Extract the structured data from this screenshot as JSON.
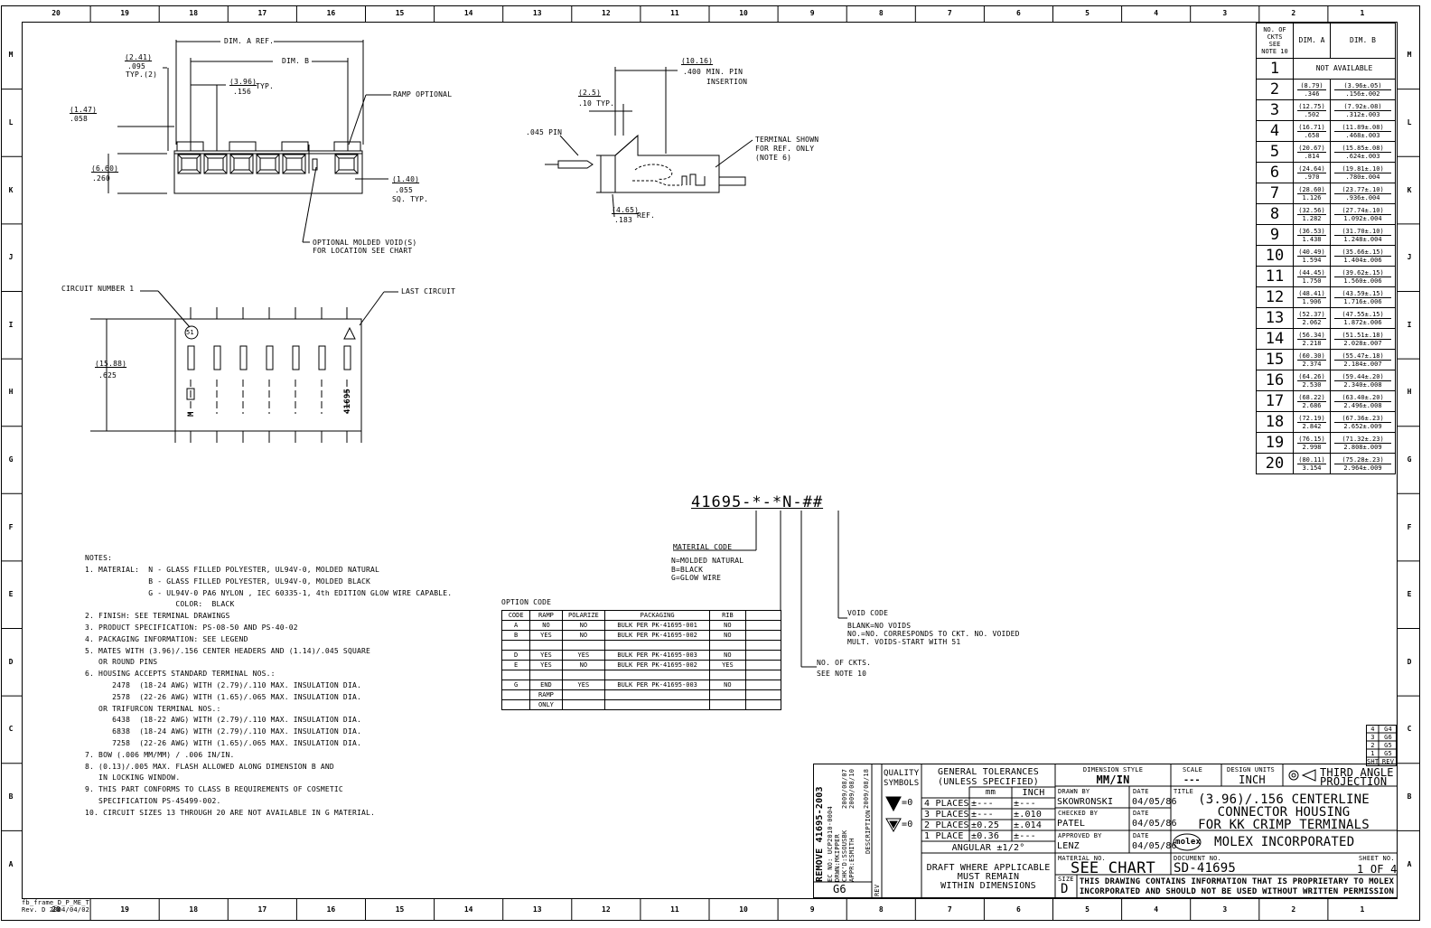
{
  "border": {
    "col_numbers": [
      "20",
      "19",
      "18",
      "17",
      "16",
      "15",
      "14",
      "13",
      "12",
      "11",
      "10",
      "9",
      "8",
      "7",
      "6",
      "5",
      "4",
      "3",
      "2",
      "1"
    ],
    "row_letters": [
      "M",
      "L",
      "K",
      "J",
      "I",
      "H",
      "G",
      "F",
      "E",
      "D",
      "C",
      "B",
      "A"
    ],
    "frame_note_1": "fb_frame_D_P_ME_T",
    "frame_note_2": "Rev. D 2004/04/02"
  },
  "top_view": {
    "dim_a": "DIM. A REF.",
    "dim_b": "DIM. B",
    "pitch_mm": "(2.41)",
    "pitch_in": ".095",
    "pitch_note": "TYP.(2)",
    "pin_mm": "(3.96)",
    "pin_in": ".156",
    "pin_typ": "TYP.",
    "left_mm": "(1.47)",
    "left_in": ".058",
    "height_mm": "(6.60)",
    "height_in": ".260",
    "ramp": "RAMP OPTIONAL",
    "sq_mm": "(1.40)",
    "sq_in": ".055",
    "sq_typ": "SQ. TYP.",
    "voids_1": "OPTIONAL MOLDED VOID(S)",
    "voids_2": "FOR LOCATION SEE CHART"
  },
  "side_view": {
    "ins_mm": "(10.16)",
    "ins_in": ".400",
    "ins_1": "MIN. PIN",
    "ins_2": "INSERTION",
    "tab_mm": "(2.5)",
    "tab_in": ".10 TYP.",
    "pin": ".045 PIN",
    "term_1": "TERMINAL SHOWN",
    "term_2": "FOR REF. ONLY",
    "term_3": "(NOTE 6)",
    "h_mm": "(4.65)",
    "h_in": ".183",
    "h_ref": "REF."
  },
  "front_view": {
    "circuit_1": "CIRCUIT NUMBER 1",
    "last": "LAST CIRCUIT",
    "h_mm": "(15.88)",
    "h_in": ".625",
    "mark_51": "51",
    "logo_m": "M",
    "part_text": "41695"
  },
  "part_code": {
    "code": "41695-*-*N-##",
    "material_title": "MATERIAL CODE",
    "material_1": "N=MOLDED NATURAL",
    "material_2": "B=BLACK",
    "material_3": "G=GLOW WIRE",
    "void_title": "VOID CODE",
    "void_1": "BLANK=NO VOIDS",
    "void_2": "NO.=NO. CORRESPONDS TO CKT. NO. VOIDED",
    "void_3": "MULT. VOIDS-START WITH 51",
    "ckts_title": "NO. OF CKTS.",
    "ckts_note": "SEE NOTE 10"
  },
  "option_table": {
    "title": "OPTION CODE",
    "headers": [
      "CODE",
      "RAMP",
      "POLARIZE",
      "PACKAGING",
      "RIB",
      ""
    ],
    "rows": [
      [
        "A",
        "NO",
        "NO",
        "BULK PER PK-41695-001",
        "NO",
        ""
      ],
      [
        "B",
        "YES",
        "NO",
        "BULK PER PK-41695-002",
        "NO",
        ""
      ],
      [
        "",
        "",
        "",
        "",
        "",
        ""
      ],
      [
        "D",
        "YES",
        "YES",
        "BULK PER PK-41695-003",
        "NO",
        ""
      ],
      [
        "E",
        "YES",
        "NO",
        "BULK PER PK-41695-002",
        "YES",
        ""
      ],
      [
        "",
        "",
        "",
        "",
        "",
        ""
      ],
      [
        "G",
        "END",
        "YES",
        "BULK PER PK-41695-003",
        "NO",
        ""
      ],
      [
        "",
        "RAMP",
        "",
        "",
        "",
        ""
      ],
      [
        "",
        "ONLY",
        "",
        "",
        "",
        ""
      ]
    ]
  },
  "notes": {
    "title": "NOTES:",
    "lines": [
      "1. MATERIAL:  N - GLASS FILLED POLYESTER, UL94V-0, MOLDED NATURAL",
      "              B - GLASS FILLED POLYESTER, UL94V-0, MOLDED BLACK",
      "              G - UL94V-0 PA6 NYLON , IEC 60335-1, 4th EDITION GLOW WIRE CAPABLE.",
      "                    COLOR:  BLACK",
      "2. FINISH: SEE TERMINAL DRAWINGS",
      "3. PRODUCT SPECIFICATION: PS-08-50 AND PS-40-02",
      "4. PACKAGING INFORMATION: SEE LEGEND",
      "5. MATES WITH (3.96)/.156 CENTER HEADERS AND (1.14)/.045 SQUARE",
      "   OR ROUND PINS",
      "6. HOUSING ACCEPTS STANDARD TERMINAL NOS.:",
      "      2478  (18-24 AWG) WITH (2.79)/.110 MAX. INSULATION DIA.",
      "      2578  (22-26 AWG) WITH (1.65)/.065 MAX. INSULATION DIA.",
      "   OR TRIFURCON TERMINAL NOS.:",
      "      6438  (18-22 AWG) WITH (2.79)/.110 MAX. INSULATION DIA.",
      "      6838  (18-24 AWG) WITH (2.79)/.110 MAX. INSULATION DIA.",
      "      7258  (22-26 AWG) WITH (1.65)/.065 MAX. INSULATION DIA.",
      "7. BOW (.006 MM/MM) / .006 IN/IN.",
      "8. (0.13)/.005 MAX. FLASH ALLOWED ALONG DIMENSION B AND",
      "   IN LOCKING WINDOW.",
      "9. THIS PART CONFORMS TO CLASS B REQUIREMENTS OF COSMETIC",
      "   SPECIFICATION PS-45499-002.",
      "10. CIRCUIT SIZES 13 THROUGH 20 ARE NOT AVAILABLE IN G MATERIAL."
    ]
  },
  "dim_chart": {
    "h_ckts": [
      "NO. OF",
      "CKTS",
      "SEE",
      "NOTE 10"
    ],
    "h_a": "DIM. A",
    "h_b": "DIM. B",
    "row1_n": "1",
    "row1_text": "NOT AVAILABLE",
    "rows": [
      {
        "n": "2",
        "a_mm": "(8.79)",
        "a_in": ".346",
        "b_mm": "(3.96±.05)",
        "b_in": ".156±.002"
      },
      {
        "n": "3",
        "a_mm": "(12.75)",
        "a_in": ".502",
        "b_mm": "(7.92±.08)",
        "b_in": ".312±.003"
      },
      {
        "n": "4",
        "a_mm": "(16.71)",
        "a_in": ".658",
        "b_mm": "(11.89±.08)",
        "b_in": ".468±.003"
      },
      {
        "n": "5",
        "a_mm": "(20.67)",
        "a_in": ".814",
        "b_mm": "(15.85±.08)",
        "b_in": ".624±.003"
      },
      {
        "n": "6",
        "a_mm": "(24.64)",
        "a_in": ".970",
        "b_mm": "(19.81±.10)",
        "b_in": ".780±.004"
      },
      {
        "n": "7",
        "a_mm": "(28.60)",
        "a_in": "1.126",
        "b_mm": "(23.77±.10)",
        "b_in": ".936±.004"
      },
      {
        "n": "8",
        "a_mm": "(32.56)",
        "a_in": "1.282",
        "b_mm": "(27.74±.10)",
        "b_in": "1.092±.004"
      },
      {
        "n": "9",
        "a_mm": "(36.53)",
        "a_in": "1.438",
        "b_mm": "(31.70±.10)",
        "b_in": "1.248±.004"
      },
      {
        "n": "10",
        "a_mm": "(40.49)",
        "a_in": "1.594",
        "b_mm": "(35.66±.15)",
        "b_in": "1.404±.006"
      },
      {
        "n": "11",
        "a_mm": "(44.45)",
        "a_in": "1.750",
        "b_mm": "(39.62±.15)",
        "b_in": "1.560±.006"
      },
      {
        "n": "12",
        "a_mm": "(48.41)",
        "a_in": "1.906",
        "b_mm": "(43.59±.15)",
        "b_in": "1.716±.006"
      },
      {
        "n": "13",
        "a_mm": "(52.37)",
        "a_in": "2.062",
        "b_mm": "(47.55±.15)",
        "b_in": "1.872±.006"
      },
      {
        "n": "14",
        "a_mm": "(56.34)",
        "a_in": "2.218",
        "b_mm": "(51.51±.18)",
        "b_in": "2.028±.007"
      },
      {
        "n": "15",
        "a_mm": "(60.30)",
        "a_in": "2.374",
        "b_mm": "(55.47±.18)",
        "b_in": "2.184±.007"
      },
      {
        "n": "16",
        "a_mm": "(64.26)",
        "a_in": "2.530",
        "b_mm": "(59.44±.20)",
        "b_in": "2.340±.008"
      },
      {
        "n": "17",
        "a_mm": "(68.22)",
        "a_in": "2.686",
        "b_mm": "(63.40±.20)",
        "b_in": "2.496±.008"
      },
      {
        "n": "18",
        "a_mm": "(72.19)",
        "a_in": "2.842",
        "b_mm": "(67.36±.23)",
        "b_in": "2.652±.009"
      },
      {
        "n": "19",
        "a_mm": "(76.15)",
        "a_in": "2.998",
        "b_mm": "(71.32±.23)",
        "b_in": "2.808±.009"
      },
      {
        "n": "20",
        "a_mm": "(80.11)",
        "a_in": "3.154",
        "b_mm": "(75.28±.23)",
        "b_in": "2.964±.009"
      }
    ]
  },
  "sheet_rev": {
    "rows": [
      [
        "4",
        "G4"
      ],
      [
        "3",
        "G6"
      ],
      [
        "2",
        "G5"
      ],
      [
        "1",
        "G5"
      ]
    ],
    "header": [
      "SHT",
      "REV"
    ]
  },
  "title_block": {
    "rev_1": "REMOVE 41695-2003",
    "rev_2": "EC NO: UCP2010-0004",
    "rev_3": "DRWN:MKIPPER",
    "rev_4": "CHK'D:SSOUSBK",
    "rev_5": "APPR:ESMITH",
    "rev_d1": "2009/08/07",
    "rev_d2": "2009/08/10",
    "rev_d3": "2009/08/18",
    "rev_desc": "DESCRIPTION",
    "rev_code": "G6",
    "rev_label": "REV",
    "quality_1": "QUALITY",
    "quality_2": "SYMBOLS",
    "q1": "=0",
    "q2": "=0",
    "gt_1": "GENERAL TOLERANCES",
    "gt_2": "(UNLESS SPECIFIED)",
    "gt_mm": "mm",
    "gt_inch": "INCH",
    "tol_rows": [
      [
        "4 PLACES",
        "±---",
        "±---"
      ],
      [
        "3 PLACES",
        "±---",
        "±.010"
      ],
      [
        "2 PLACES",
        "±0.25",
        "±.014"
      ],
      [
        "1 PLACE",
        "±0.36",
        "±---"
      ]
    ],
    "angular": "ANGULAR ±1/2°",
    "draft_1": "DRAFT WHERE APPLICABLE",
    "draft_2": "MUST REMAIN",
    "draft_3": "WITHIN DIMENSIONS",
    "dim_style_lbl": "DIMENSION STYLE",
    "dim_style": "MM/IN",
    "scale_lbl": "SCALE",
    "scale": "---",
    "units_lbl": "DESIGN UNITS",
    "units": "INCH",
    "projection_1": "THIRD ANGLE",
    "projection_2": "PROJECTION",
    "drawn_lbl": "DRAWN BY",
    "drawn": "SKOWRONSKI",
    "date_lbl": "DATE",
    "drawn_date": "04/05/86",
    "checked_lbl": "CHECKED BY",
    "checked": "PATEL",
    "checked_date": "04/05/86",
    "approved_lbl": "APPROVED BY",
    "approved": "LENZ",
    "approved_date": "04/05/86",
    "title_lbl": "TITLE",
    "title_1": "(3.96)/.156 CENTERLINE",
    "title_2": "CONNECTOR HOUSING",
    "title_3": "FOR KK CRIMP TERMINALS",
    "logo": "molex",
    "company": "MOLEX INCORPORATED",
    "material_lbl": "MATERIAL NO.",
    "material": "SEE CHART",
    "doc_lbl": "DOCUMENT NO.",
    "doc": "SD-41695",
    "sheet_lbl": "SHEET NO.",
    "sheet": "1 OF 4",
    "size_lbl": "SIZE",
    "size": "D",
    "prop_1": "THIS DRAWING CONTAINS INFORMATION THAT IS PROPRIETARY TO MOLEX",
    "prop_2": "INCORPORATED AND SHOULD NOT BE USED WITHOUT WRITTEN PERMISSION"
  }
}
